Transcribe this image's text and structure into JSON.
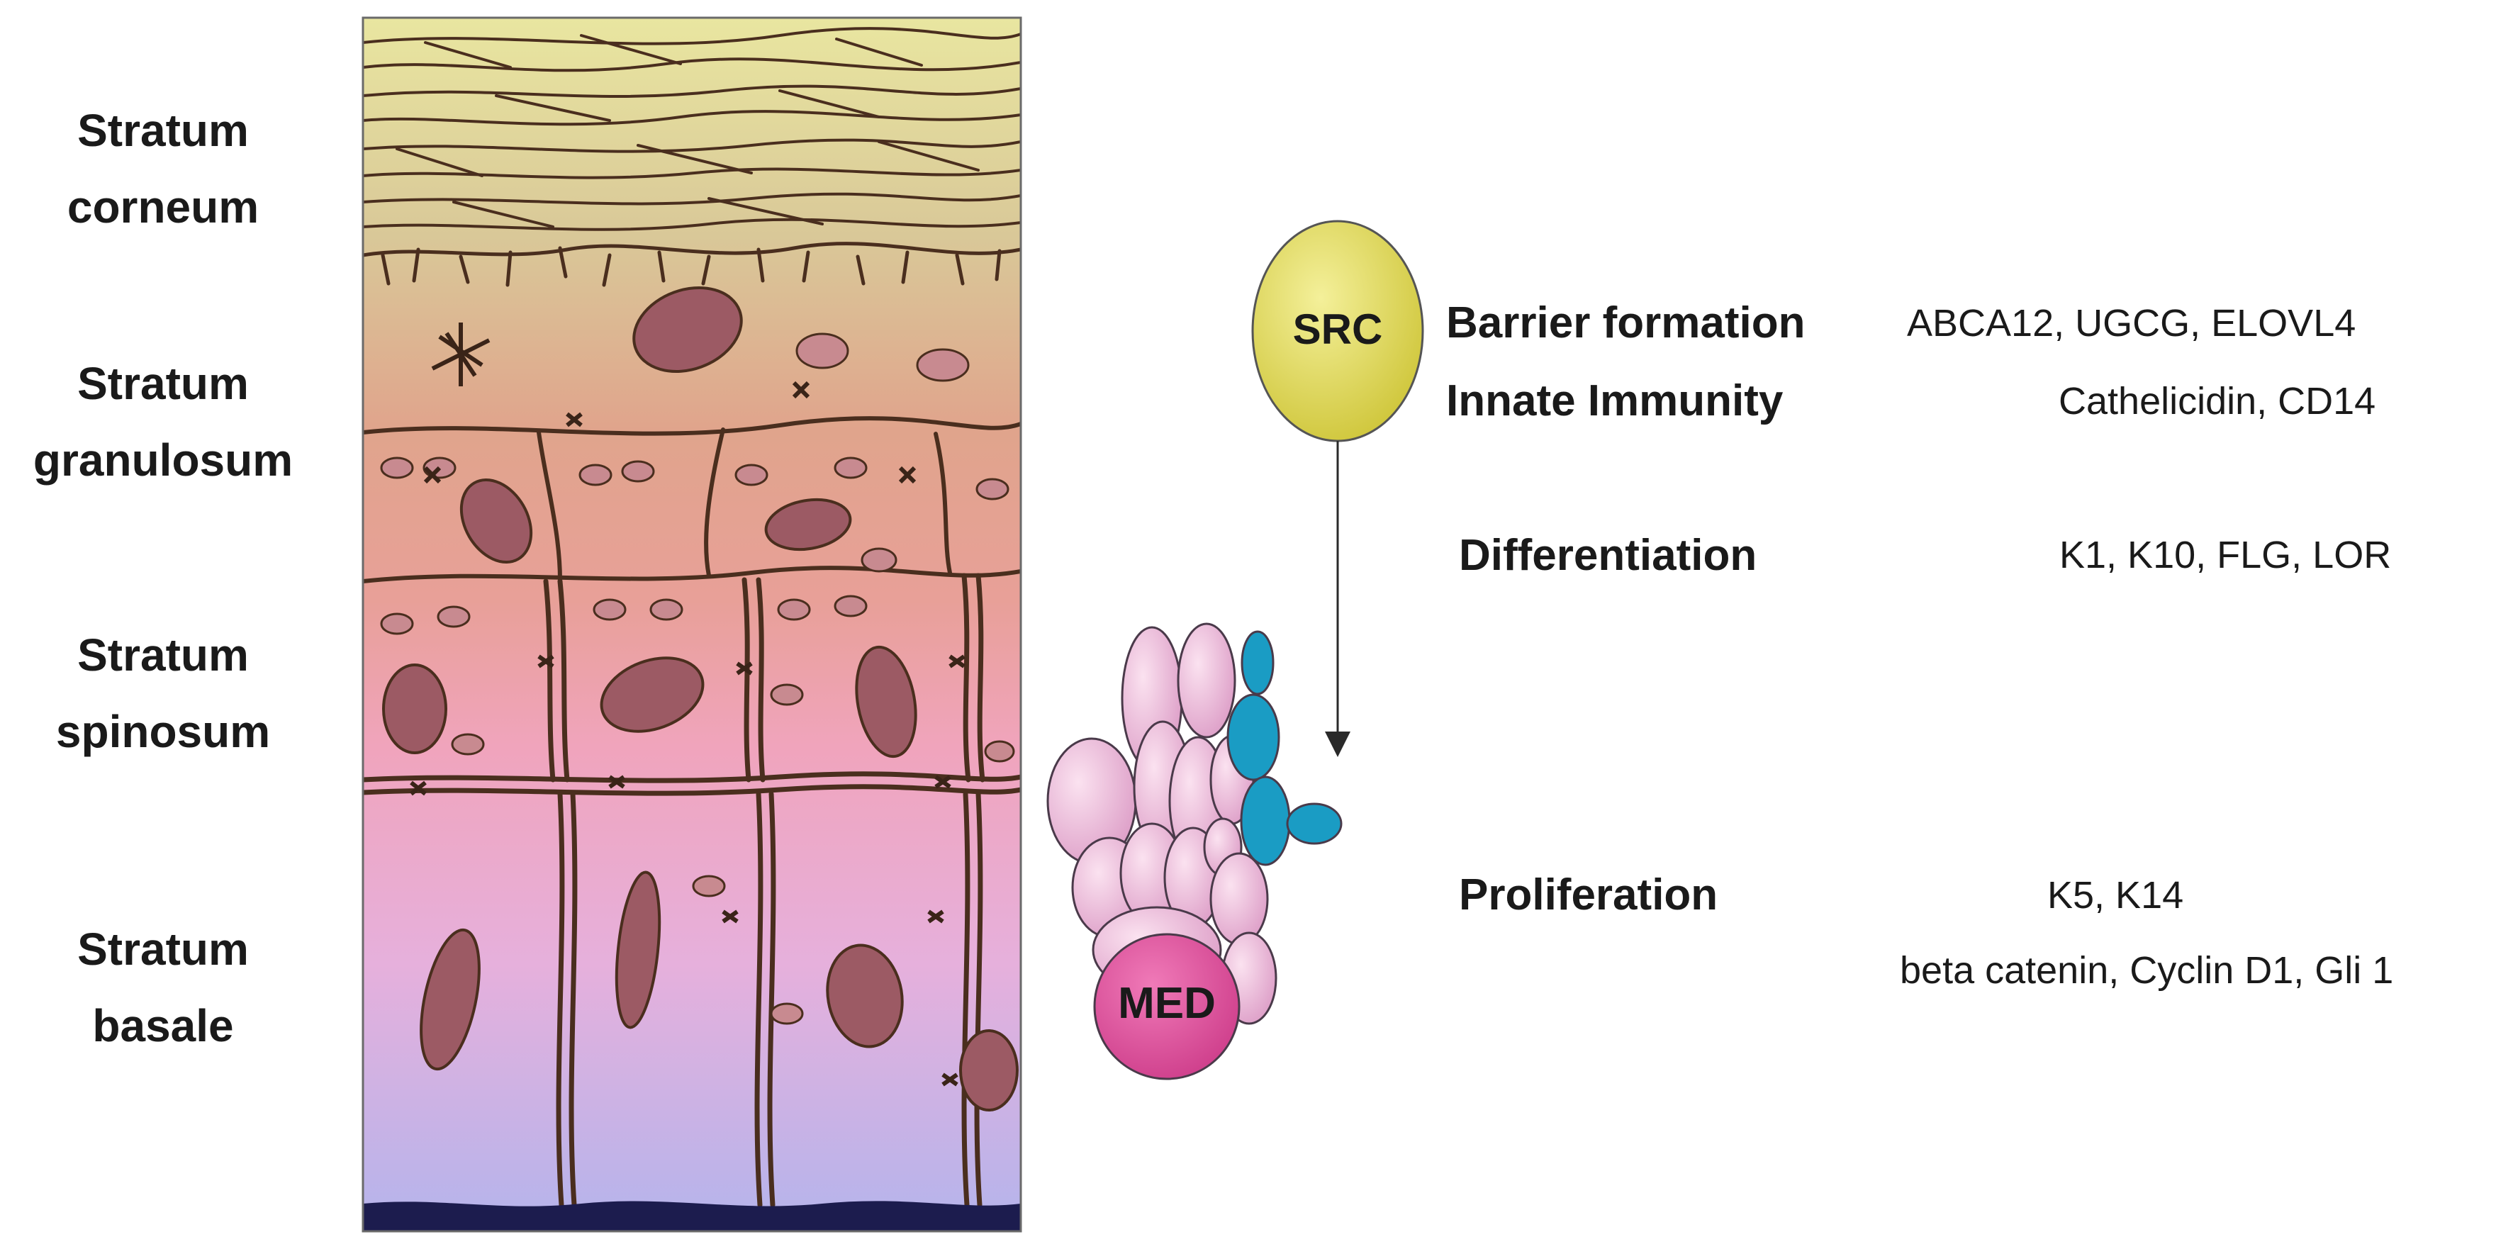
{
  "layers": [
    {
      "line1": "Stratum",
      "line2": "corneum"
    },
    {
      "line1": "Stratum",
      "line2": "granulosum"
    },
    {
      "line1": "Stratum",
      "line2": "spinosum"
    },
    {
      "line1": "Stratum",
      "line2": "basale"
    }
  ],
  "src_label": "SRC",
  "med_label": "MED",
  "functions": [
    {
      "name": "Barrier formation",
      "genes": "ABCA12, UGCG, ELOVL4"
    },
    {
      "name": "Innate Immunity",
      "genes": "Cathelicidin, CD14"
    },
    {
      "name": "Differentiation",
      "genes": "K1, K10, FLG, LOR"
    },
    {
      "name": "Proliferation",
      "genes": "K5, K14",
      "genes_line2": "beta catenin, Cyclin D1, Gli 1"
    }
  ],
  "colors": {
    "corneum": "#ded8a0",
    "granulosum": "#e2a08c",
    "spinosum": "#f0a0bc",
    "basale": "#b8b4ec",
    "src_fill": "#e6e060",
    "med_fill": "#e2569e",
    "subunit_pink": "#f2bcdc",
    "subunit_cyan": "#1a9cc4",
    "ink": "#3a2418"
  },
  "icons": [
    "skin-layers-illustration",
    "src-oval",
    "mediator-complex",
    "arrow-down-icon"
  ]
}
